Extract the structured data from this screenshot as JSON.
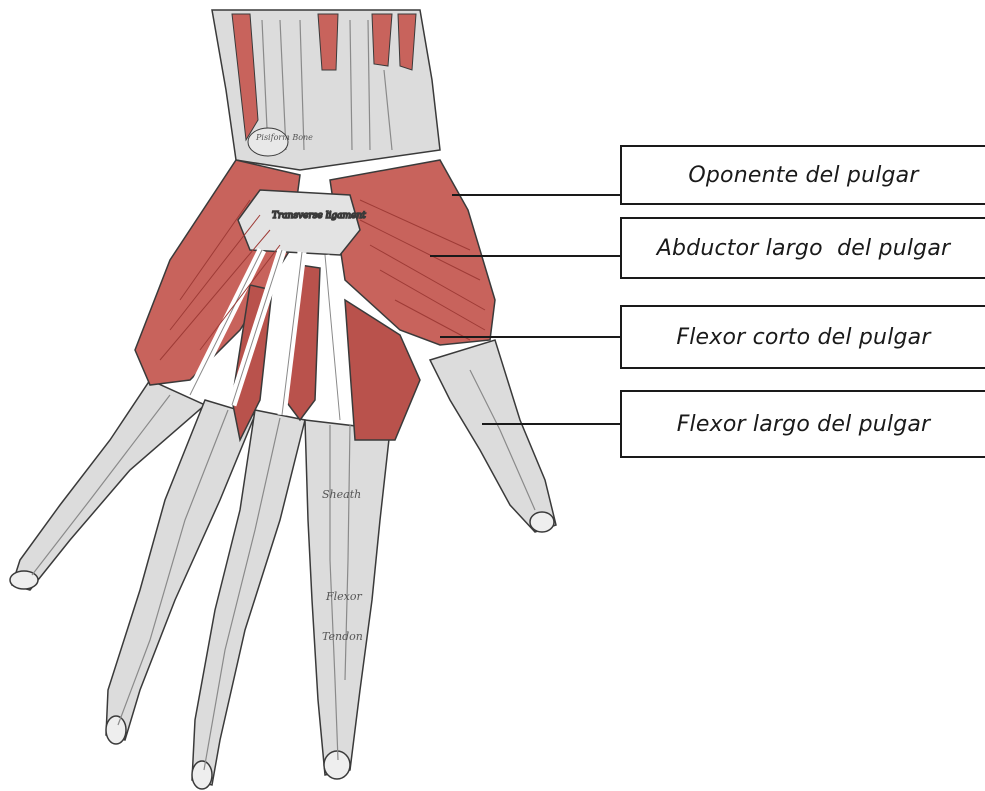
{
  "labels": [
    {
      "id": "oponente",
      "text": "Oponente del pulgar"
    },
    {
      "id": "abductor",
      "text": "Abductor largo  del pulgar"
    },
    {
      "id": "flexor-corto",
      "text": "Flexor corto del pulgar"
    },
    {
      "id": "flexor-largo",
      "text": "Flexor largo del pulgar"
    }
  ],
  "illustration_text": {
    "annular_ligament": "Transverse ligament",
    "pisiform": "Pisiform Bone",
    "sheath": "Sheath",
    "flexor": "Flexor",
    "tendon": "Tendon"
  },
  "colors": {
    "muscle": "#c8635c",
    "muscle_dark": "#9e3b36",
    "tendon": "#dcdcdc",
    "tendon_shade": "#a9a9a9",
    "outline": "#3a3a3a",
    "leader_line": "#1a1a1a"
  }
}
